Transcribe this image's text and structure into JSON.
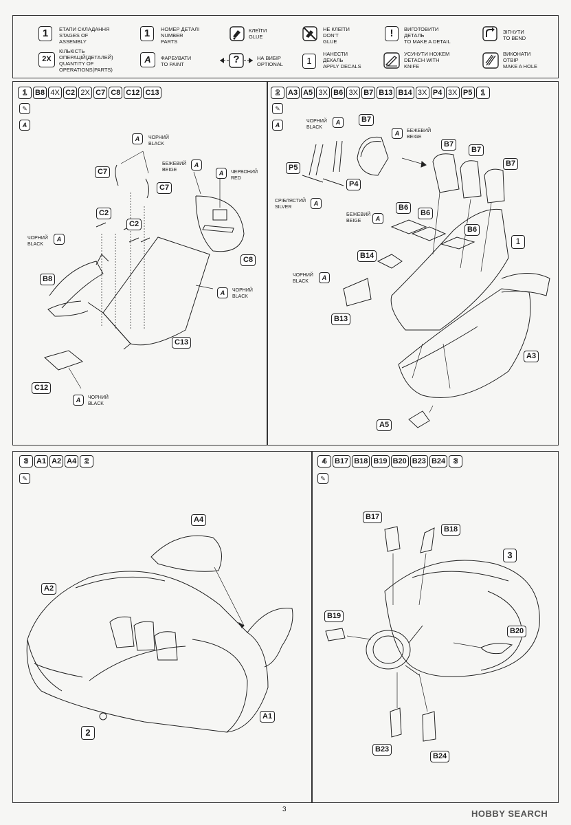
{
  "legend": {
    "stages": "ЕТАПИ СКЛАДАННЯ\nSTAGES OF\nASSEMBLY",
    "stages_symbol": "1",
    "number": "НОМЕР ДЕТАЛІ\nNUMBER\nPARTS",
    "number_symbol": "1",
    "glue": "КЛЕЇТИ\nGLUE",
    "dont_glue": "НЕ КЛЕЇТИ\nDON'T\nGLUE",
    "detail": "ВИГОТОВИТИ\nДЕТАЛЬ\nTO MAKE A DETAIL",
    "detail_symbol": "!",
    "bend": "ЗІГНУТИ\nTO BEND",
    "quantity": "КІЛЬКІСТЬ\nОПЕРАЦІЙ(ДЕТАЛЕЙ)\nQUANTITY OF\nOPERATIONS(PARTS)",
    "quantity_symbol": "2X",
    "paint": "ФАРБУВАТИ\nTO PAINT",
    "paint_symbol": "A",
    "optional": "НА ВИБІР\nOPTIONAL",
    "optional_symbol": "?",
    "decals": "НАНЕСТИ\nДЕКАЛЬ\nAPPLY DECALS",
    "decals_symbol": "1",
    "knife": "УСУНУТИ НОЖЕМ\nDETACH WITH\nKNIFE",
    "hole": "ВИКОНАТИ\nОТВІР\nMAKE A HOLE"
  },
  "steps": [
    {
      "sequence": [
        "1",
        "B8",
        "4X",
        "C2",
        "2X",
        "C7",
        "C8",
        "C12",
        "C13"
      ],
      "labels": [
        "C7",
        "C7",
        "C2",
        "C2",
        "B8",
        "C8",
        "C12",
        "C13"
      ],
      "paints": [
        "ЧОРНИЙ\nBLACK",
        "БЕЖЕВИЙ\nBEIGE",
        "ЧЕРВОНИЙ\nRED",
        "ЧОРНИЙ\nBLACK",
        "ЧОРНИЙ\nBLACK",
        "ЧОРНИЙ\nBLACK"
      ]
    },
    {
      "sequence": [
        "2",
        "A3",
        "A5",
        "3X",
        "B6",
        "3X",
        "B7",
        "B13",
        "B14",
        "3X",
        "P4",
        "3X",
        "P5",
        "1"
      ],
      "labels": [
        "B7",
        "B7",
        "B7",
        "B7",
        "P5",
        "P4",
        "B6",
        "B6",
        "B6",
        "B14",
        "B13",
        "A3",
        "A5",
        "1"
      ],
      "paints": [
        "ЧОРНИЙ\nBLACK",
        "БЕЖЕВИЙ\nBEIGE",
        "СРІБЛЯСТИЙ\nSILVER",
        "БЕЖЕВИЙ\nBEIGE",
        "ЧОРНИЙ\nBLACK"
      ]
    },
    {
      "sequence": [
        "3",
        "A1",
        "A2",
        "A4",
        "2"
      ],
      "labels": [
        "A4",
        "A2",
        "A1",
        "2"
      ]
    },
    {
      "sequence": [
        "4",
        "B17",
        "B18",
        "B19",
        "B20",
        "B23",
        "B24",
        "3"
      ],
      "labels": [
        "B17",
        "B18",
        "3",
        "B19",
        "B20",
        "B23",
        "B24"
      ]
    }
  ],
  "page_number": "3",
  "watermark": "HOBBY SEARCH"
}
